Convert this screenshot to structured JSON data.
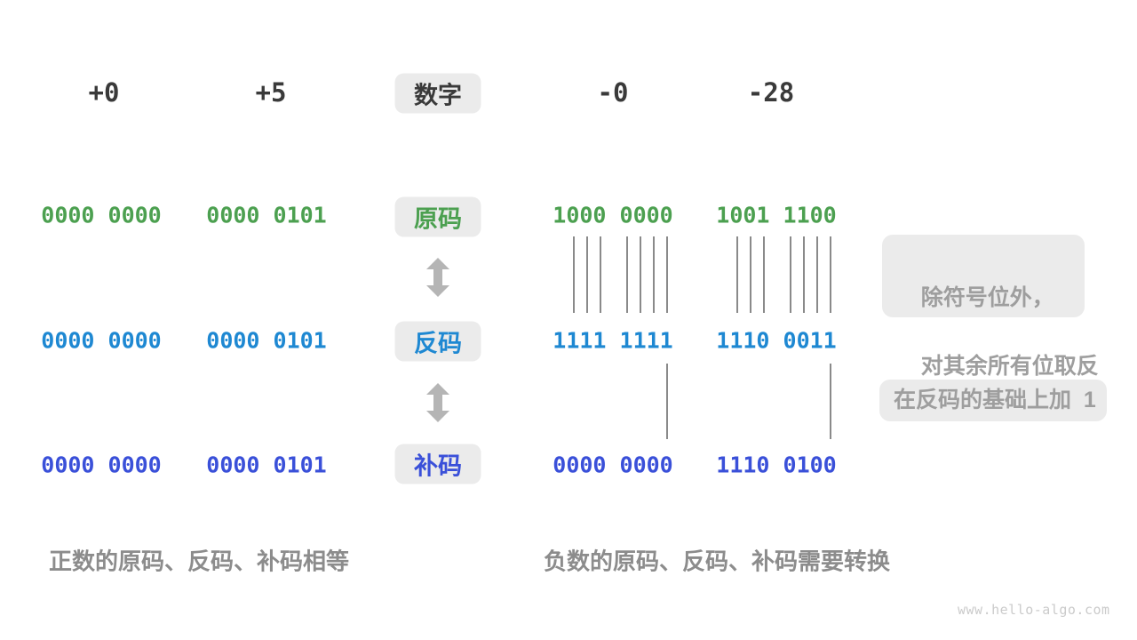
{
  "header": {
    "label": "数字",
    "columns": [
      "+0",
      "+5",
      "-0",
      "-28"
    ]
  },
  "rows": [
    {
      "key": "sign-magnitude",
      "label": "原码",
      "color": "#4ca050",
      "values": [
        "0000 0000",
        "0000 0101",
        "1000 0000",
        "1001 1100"
      ]
    },
    {
      "key": "ones-complement",
      "label": "反码",
      "color": "#1e88d2",
      "values": [
        "0000 0000",
        "0000 0101",
        "1111 1111",
        "1110 0011"
      ]
    },
    {
      "key": "twos-complement",
      "label": "补码",
      "color": "#3a50d9",
      "values": [
        "0000 0000",
        "0000 0101",
        "0000 0000",
        "1110 0100"
      ]
    }
  ],
  "annotations": [
    {
      "lines": [
        "除符号位外，",
        "对其余所有位取反"
      ]
    },
    {
      "lines": [
        "在反码的基础上加  1"
      ]
    }
  ],
  "captions": {
    "positive": "正数的原码、反码、补码相等",
    "negative": "负数的原码、反码、补码需要转换"
  },
  "watermark": "www.hello-algo.com",
  "colors": {
    "header_text": "#3a3a3a",
    "sign_magnitude": "#4ca050",
    "ones_complement": "#1e88d2",
    "twos_complement": "#3a50d9",
    "label_box_bg": "#ebebeb",
    "annotation_text": "#9e9e9e",
    "caption_text": "#8c8c8c",
    "connector_line": "#8a8a8a",
    "arrow": "#b5b5b5",
    "watermark_text": "#cbcbcb"
  }
}
